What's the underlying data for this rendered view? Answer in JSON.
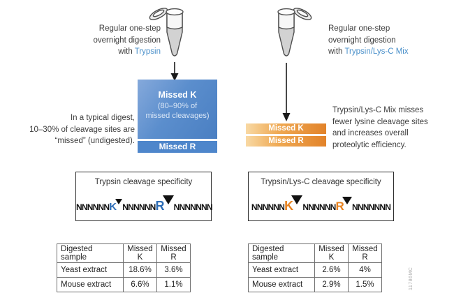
{
  "watermark": "11786MC",
  "colors": {
    "enzyme_link_blue": "#4a90ca",
    "box_blue": "#4d82c6",
    "bar_blue": "#4e86cb",
    "bar_orange_dark": "#e2832a",
    "bar_orange_light": "#f8d9a4",
    "residue_blue": "#2e6db6",
    "residue_orange": "#e8821f"
  },
  "left": {
    "intro": {
      "line1": "Regular one-step",
      "line2": "overnight digestion",
      "with_word": "with ",
      "enzyme": "Trypsin"
    },
    "note": "In a typical digest,\n10–30% of cleavage sites are\n“missed” (undigested).",
    "diagram": {
      "k_label": "Missed K",
      "k_sub": "(80–90% of\nmissed cleavages)",
      "r_label": "Missed R"
    },
    "spec": {
      "title": "Trypsin cleavage specificity",
      "seq": {
        "n1": "NNNNNN",
        "k": "K",
        "n2": "NNNNNN",
        "r": "R",
        "n3": "NNNNNNN"
      }
    },
    "table": {
      "headers": [
        "Digested sample",
        "Missed K",
        "Missed R"
      ],
      "rows": [
        [
          "Yeast extract",
          "18.6%",
          "3.6%"
        ],
        [
          "Mouse extract",
          "6.6%",
          "1.1%"
        ]
      ]
    }
  },
  "right": {
    "intro": {
      "line1": "Regular one-step",
      "line2": "overnight digestion",
      "with_word": "with ",
      "enzyme": "Trypsin/Lys-C Mix"
    },
    "note": "Trypsin/Lys-C Mix misses\nfewer lysine cleavage sites\nand increases overall\nproteolytic efficiency.",
    "diagram": {
      "k_label": "Missed K",
      "r_label": "Missed R"
    },
    "spec": {
      "title": "Trypsin/Lys-C cleavage specificity",
      "seq": {
        "n1": "NNNNNN",
        "k": "K",
        "n2": "NNNNNN",
        "r": "R",
        "n3": "NNNNNNN"
      }
    },
    "table": {
      "headers": [
        "Digested sample",
        "Missed K",
        "Missed R"
      ],
      "rows": [
        [
          "Yeast extract",
          "2.6%",
          "4%"
        ],
        [
          "Mouse extract",
          "2.9%",
          "1.5%"
        ]
      ]
    }
  }
}
